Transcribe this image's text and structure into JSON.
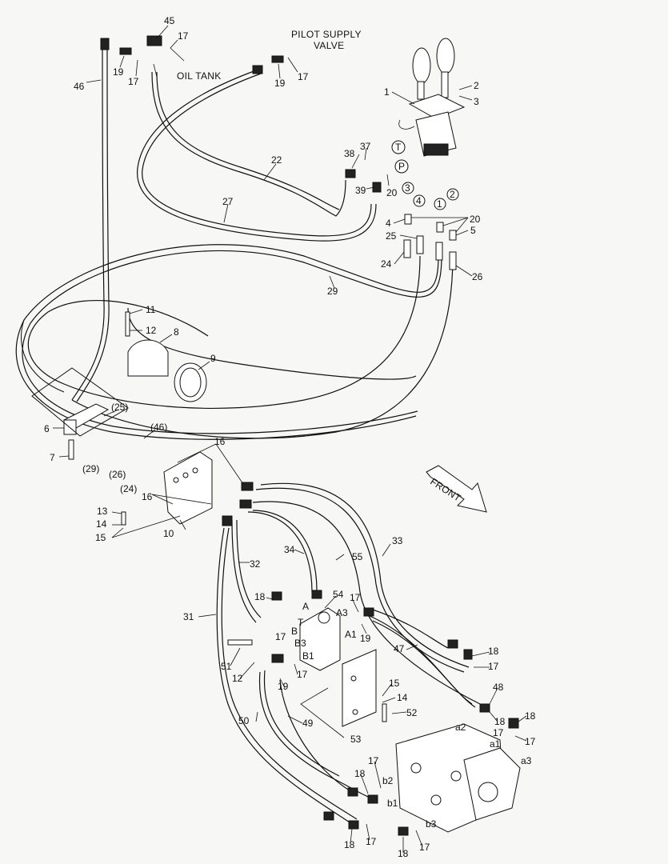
{
  "captions": {
    "pilot_supply_line1": "PILOT SUPPLY",
    "pilot_supply_line2": "VALVE",
    "oil_tank": "OIL TANK",
    "front": "FRONT"
  },
  "callouts": [
    {
      "id": "c45",
      "text": "45"
    },
    {
      "id": "c17a",
      "text": "17"
    },
    {
      "id": "c46",
      "text": "46"
    },
    {
      "id": "c19a",
      "text": "19"
    },
    {
      "id": "c17b",
      "text": "17"
    },
    {
      "id": "c19b",
      "text": "19"
    },
    {
      "id": "c17c",
      "text": "17"
    },
    {
      "id": "c1",
      "text": "1"
    },
    {
      "id": "c2",
      "text": "2"
    },
    {
      "id": "c3",
      "text": "3"
    },
    {
      "id": "c38",
      "text": "38"
    },
    {
      "id": "c37",
      "text": "37"
    },
    {
      "id": "c22",
      "text": "22"
    },
    {
      "id": "c39",
      "text": "39"
    },
    {
      "id": "c20a",
      "text": "20"
    },
    {
      "id": "c27",
      "text": "27"
    },
    {
      "id": "c20b",
      "text": "20"
    },
    {
      "id": "c4",
      "text": "4"
    },
    {
      "id": "c5",
      "text": "5"
    },
    {
      "id": "c25",
      "text": "25"
    },
    {
      "id": "c24",
      "text": "24"
    },
    {
      "id": "c26",
      "text": "26"
    },
    {
      "id": "c29",
      "text": "29"
    },
    {
      "id": "c11",
      "text": "11"
    },
    {
      "id": "c12a",
      "text": "12"
    },
    {
      "id": "c8",
      "text": "8"
    },
    {
      "id": "c9",
      "text": "9"
    },
    {
      "id": "c25p",
      "text": "(25)"
    },
    {
      "id": "c6",
      "text": "6"
    },
    {
      "id": "c46p",
      "text": "(46)"
    },
    {
      "id": "c7",
      "text": "7"
    },
    {
      "id": "c29p",
      "text": "(29)"
    },
    {
      "id": "c26p",
      "text": "(26)"
    },
    {
      "id": "c24p",
      "text": "(24)"
    },
    {
      "id": "c16a",
      "text": "16"
    },
    {
      "id": "c16b",
      "text": "16"
    },
    {
      "id": "c13",
      "text": "13"
    },
    {
      "id": "c14a",
      "text": "14"
    },
    {
      "id": "c15a",
      "text": "15"
    },
    {
      "id": "c10",
      "text": "10"
    },
    {
      "id": "c33",
      "text": "33"
    },
    {
      "id": "c34",
      "text": "34"
    },
    {
      "id": "c55",
      "text": "55"
    },
    {
      "id": "c32",
      "text": "32"
    },
    {
      "id": "c18a",
      "text": "18"
    },
    {
      "id": "c54",
      "text": "54"
    },
    {
      "id": "c31",
      "text": "31"
    },
    {
      "id": "c17d",
      "text": "17"
    },
    {
      "id": "c17e",
      "text": "17"
    },
    {
      "id": "c19c",
      "text": "19"
    },
    {
      "id": "c47",
      "text": "47"
    },
    {
      "id": "c18b",
      "text": "18"
    },
    {
      "id": "c17f",
      "text": "17"
    },
    {
      "id": "c51",
      "text": "51"
    },
    {
      "id": "c12b",
      "text": "12"
    },
    {
      "id": "c17g",
      "text": "17"
    },
    {
      "id": "c19d",
      "text": "19"
    },
    {
      "id": "c48",
      "text": "48"
    },
    {
      "id": "c15b",
      "text": "15"
    },
    {
      "id": "c14b",
      "text": "14"
    },
    {
      "id": "c52",
      "text": "52"
    },
    {
      "id": "c18c",
      "text": "18"
    },
    {
      "id": "c18d",
      "text": "18"
    },
    {
      "id": "c17h",
      "text": "17"
    },
    {
      "id": "c17i",
      "text": "17"
    },
    {
      "id": "c50",
      "text": "50"
    },
    {
      "id": "c49",
      "text": "49"
    },
    {
      "id": "c53",
      "text": "53"
    },
    {
      "id": "c17j",
      "text": "17"
    },
    {
      "id": "c18e",
      "text": "18"
    },
    {
      "id": "c18f",
      "text": "18"
    },
    {
      "id": "c17k",
      "text": "17"
    },
    {
      "id": "c18g",
      "text": "18"
    },
    {
      "id": "c17l",
      "text": "17"
    }
  ],
  "port_labels": [
    {
      "id": "pA",
      "text": "A"
    },
    {
      "id": "pA3",
      "text": "A3"
    },
    {
      "id": "pT",
      "text": "T"
    },
    {
      "id": "pB",
      "text": "B"
    },
    {
      "id": "pA1",
      "text": "A1"
    },
    {
      "id": "pB3",
      "text": "B3"
    },
    {
      "id": "pB1",
      "text": "B1"
    },
    {
      "id": "pa2",
      "text": "a2"
    },
    {
      "id": "pa1",
      "text": "a1"
    },
    {
      "id": "pa3",
      "text": "a3"
    },
    {
      "id": "pb2",
      "text": "b2"
    },
    {
      "id": "pb1",
      "text": "b1"
    },
    {
      "id": "pb3",
      "text": "b3"
    }
  ],
  "circled": [
    {
      "id": "oT",
      "text": "T"
    },
    {
      "id": "oP",
      "text": "P"
    },
    {
      "id": "o3",
      "text": "3"
    },
    {
      "id": "o4",
      "text": "4"
    },
    {
      "id": "o1",
      "text": "1"
    },
    {
      "id": "o2",
      "text": "2"
    }
  ]
}
